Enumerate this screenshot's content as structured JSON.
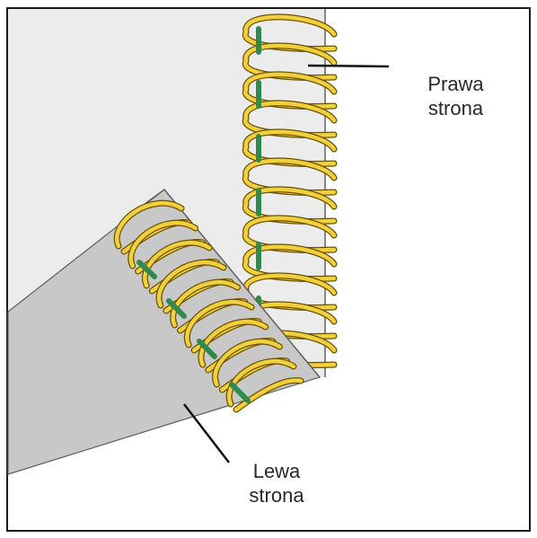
{
  "labels": {
    "right_side": {
      "line1": "Prawa",
      "line2": "strona"
    },
    "left_side": {
      "line1": "Lewa",
      "line2": "strona"
    }
  },
  "colors": {
    "frame": "#1a1a1a",
    "fabric_back": "#ececec",
    "fabric_front": "#c8c8c8",
    "fabric_edge": "#606060",
    "thread": "#f2cf3c",
    "thread_outline": "#6a5200",
    "seam": "#2e8a4e",
    "leader": "#111111"
  }
}
